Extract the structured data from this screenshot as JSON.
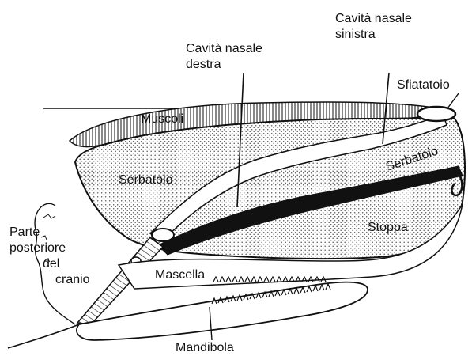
{
  "diagram": {
    "labels": {
      "cavita_nasale_sinistra": [
        "Cavità nasale",
        "sinistra"
      ],
      "cavita_nasale_destra": [
        "Cavità nasale",
        "destra"
      ],
      "sfiatatoio": "Sfiatatoio",
      "muscoli": "Muscoli",
      "serbatoio_left": "Serbatoio",
      "serbatoio_right": "Serbatoio",
      "stoppa": "Stoppa",
      "parte_posteriore_del_cranio": [
        "Parte",
        "posteriore",
        "del",
        "cranio"
      ],
      "mascella": "Mascella",
      "mandibola": "Mandibola"
    },
    "colors": {
      "ink": "#111111",
      "paper": "#ffffff",
      "stipple": "#555555"
    }
  }
}
